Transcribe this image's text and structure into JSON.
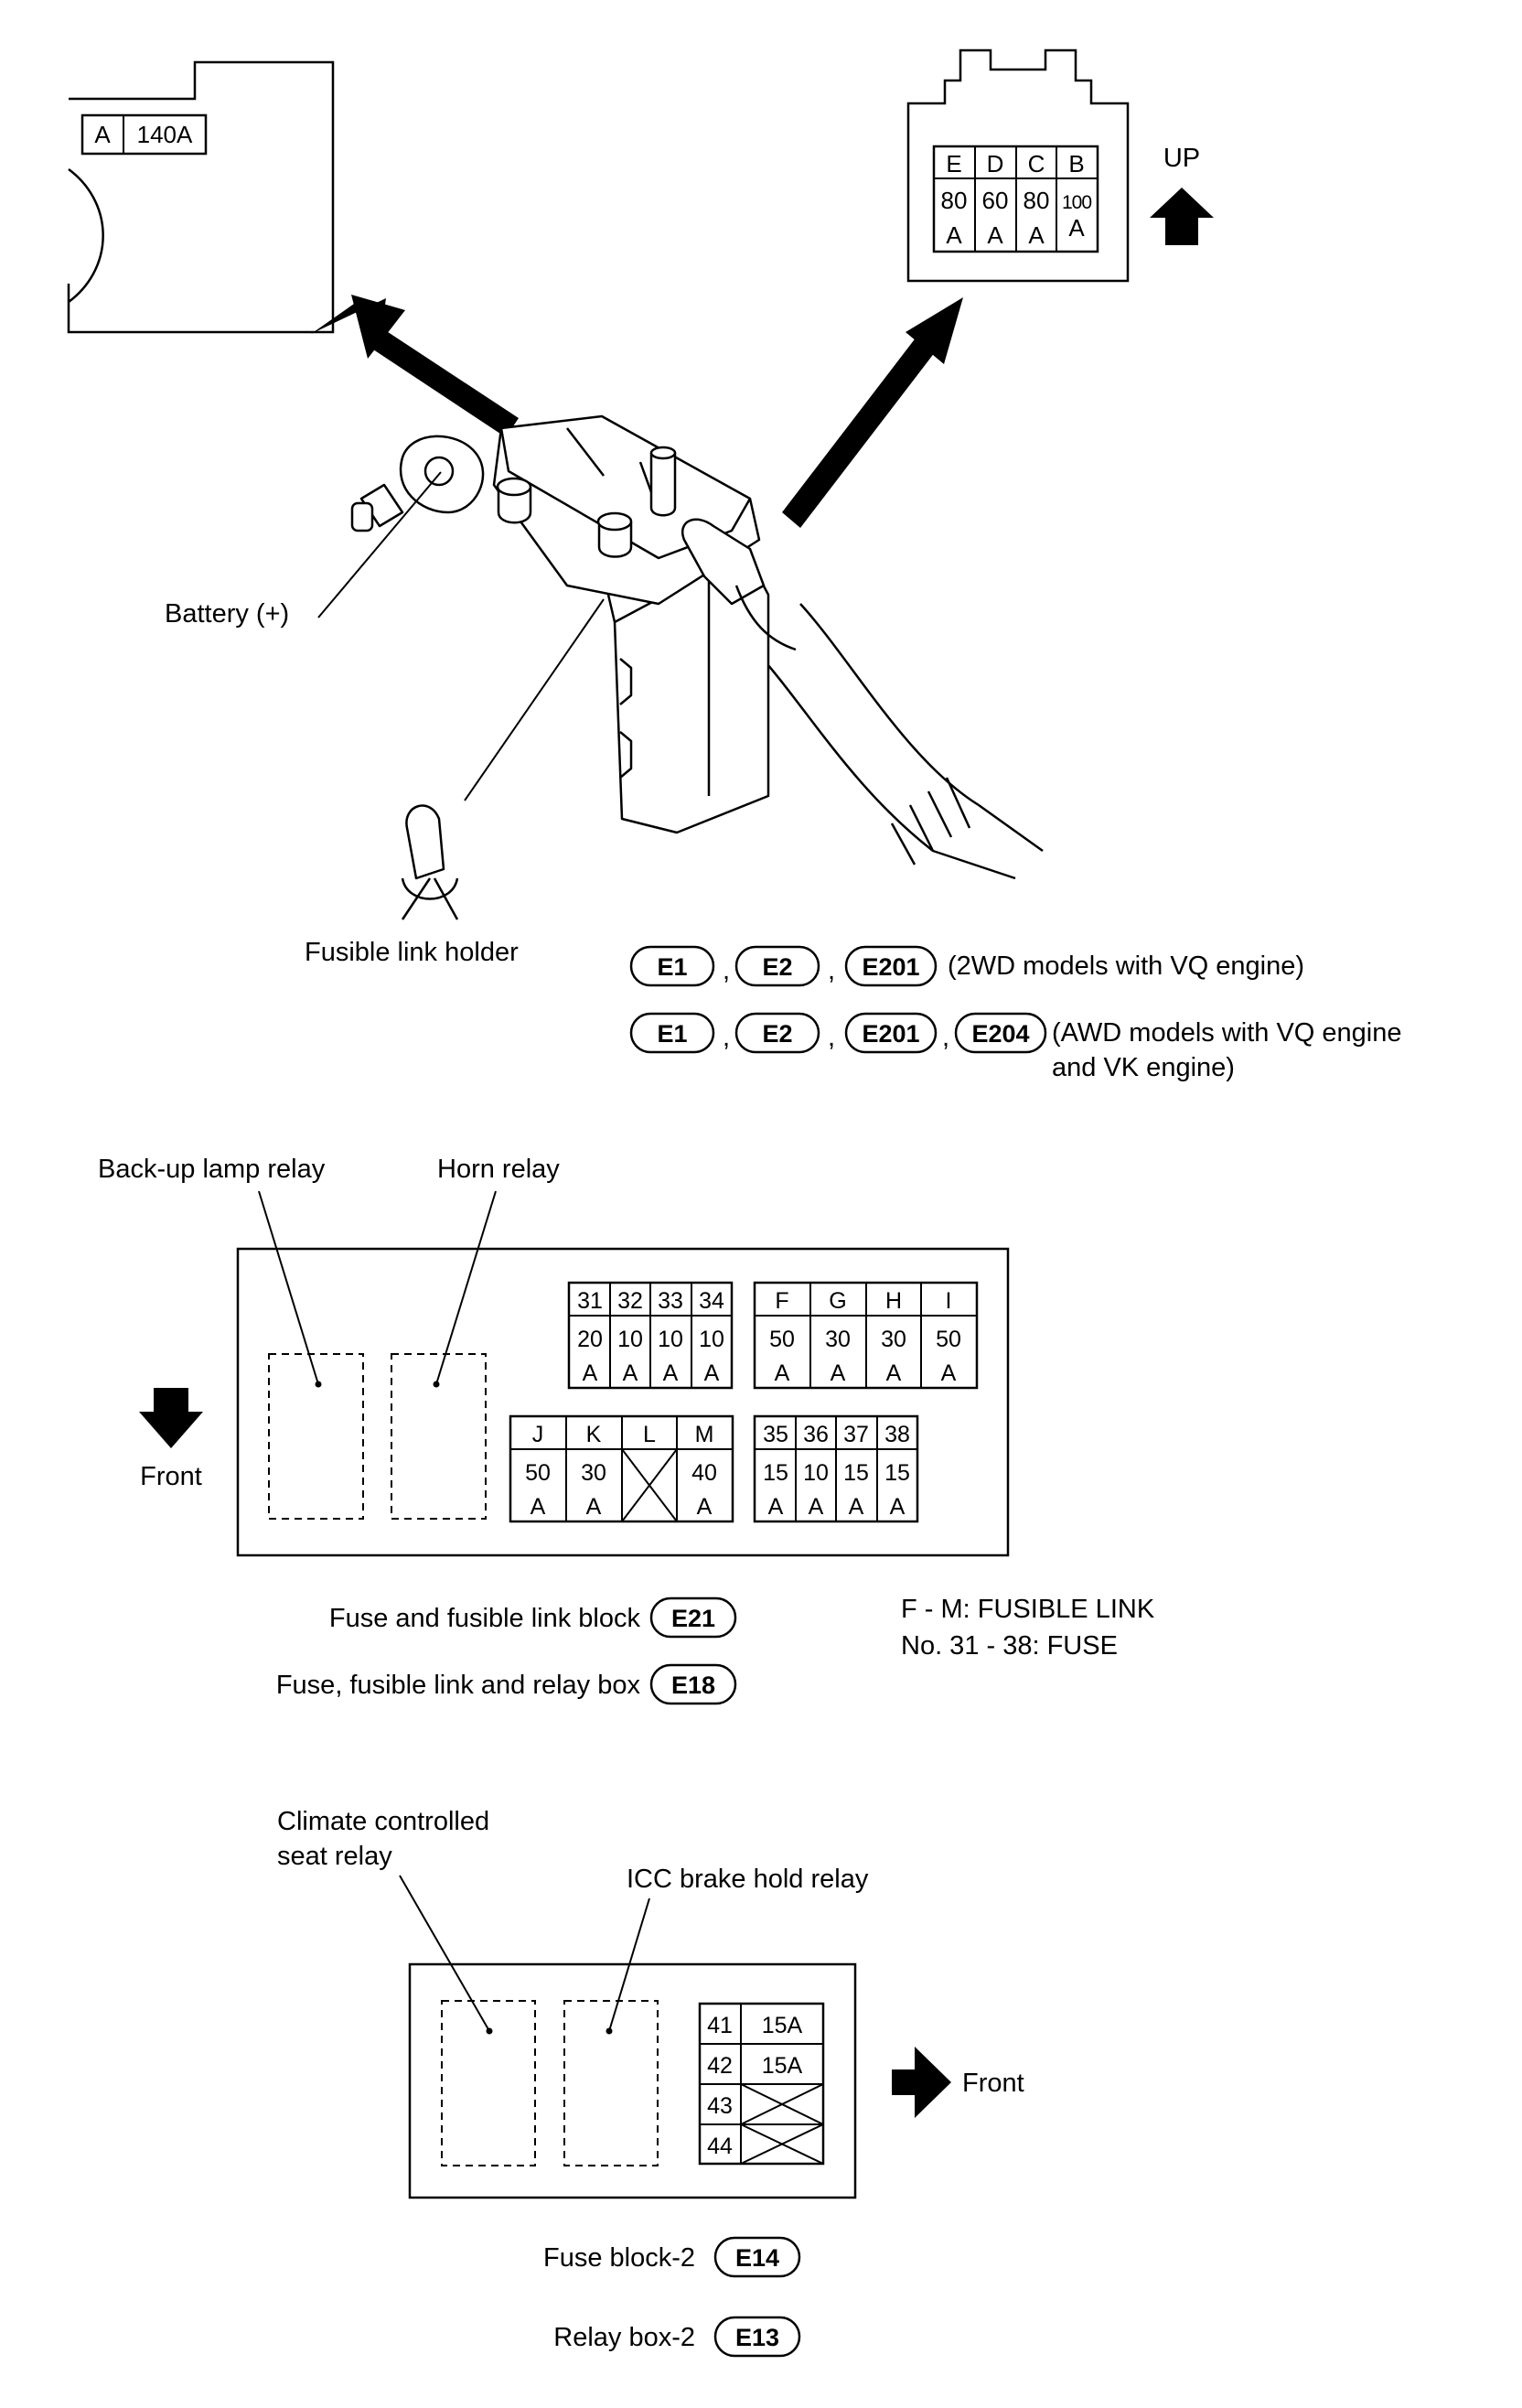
{
  "top": {
    "link_a": {
      "letter": "A",
      "rating": "140A"
    },
    "connector": {
      "letters": [
        "E",
        "D",
        "C",
        "B"
      ],
      "top_ratings": [
        "80",
        "60",
        "80",
        "100"
      ],
      "bottom_ratings": [
        "A",
        "A",
        "A",
        "A"
      ]
    },
    "up_label": "UP",
    "battery_label": "Battery (+)",
    "holder_label": "Fusible link holder",
    "connectors_row1": [
      "E1",
      "E2",
      "E201"
    ],
    "row1_note": "(2WD models with VQ engine)",
    "connectors_row2": [
      "E1",
      "E2",
      "E201",
      "E204"
    ],
    "row2_note_line1": "(AWD models with VQ engine",
    "row2_note_line2": "and VK engine)",
    "separator": ","
  },
  "middle": {
    "backup_relay_label": "Back-up lamp relay",
    "horn_relay_label": "Horn relay",
    "front_label": "Front",
    "fuse_block_31_34": {
      "numbers": [
        "31",
        "32",
        "33",
        "34"
      ],
      "ratings": [
        "20",
        "10",
        "10",
        "10"
      ],
      "units": [
        "A",
        "A",
        "A",
        "A"
      ]
    },
    "link_block_fi": {
      "letters": [
        "F",
        "G",
        "H",
        "I"
      ],
      "ratings": [
        "50",
        "30",
        "30",
        "50"
      ],
      "units": [
        "A",
        "A",
        "A",
        "A"
      ]
    },
    "link_block_jm": {
      "letters": [
        "J",
        "K",
        "L",
        "M"
      ],
      "ratings": [
        "50",
        "30",
        "",
        "40"
      ],
      "units": [
        "A",
        "A",
        "",
        "A"
      ]
    },
    "fuse_block_35_38": {
      "numbers": [
        "35",
        "36",
        "37",
        "38"
      ],
      "ratings": [
        "15",
        "10",
        "15",
        "15"
      ],
      "units": [
        "A",
        "A",
        "A",
        "A"
      ]
    },
    "caption1": "Fuse and fusible link block",
    "caption1_connector": "E21",
    "caption2": "Fuse, fusible link and relay box",
    "caption2_connector": "E18",
    "legend_line1": "F - M: FUSIBLE LINK",
    "legend_line2": "No. 31 - 38: FUSE"
  },
  "bottom": {
    "climate_relay_line1": "Climate controlled",
    "climate_relay_line2": "seat relay",
    "icc_relay_label": "ICC brake hold relay",
    "front_label": "Front",
    "fuses": [
      {
        "num": "41",
        "rating": "15A"
      },
      {
        "num": "42",
        "rating": "15A"
      },
      {
        "num": "43",
        "rating": ""
      },
      {
        "num": "44",
        "rating": ""
      }
    ],
    "caption1": "Fuse block-2",
    "caption1_connector": "E14",
    "caption2": "Relay box-2",
    "caption2_connector": "E13"
  },
  "colors": {
    "ink": "#000000",
    "paper": "#ffffff"
  }
}
